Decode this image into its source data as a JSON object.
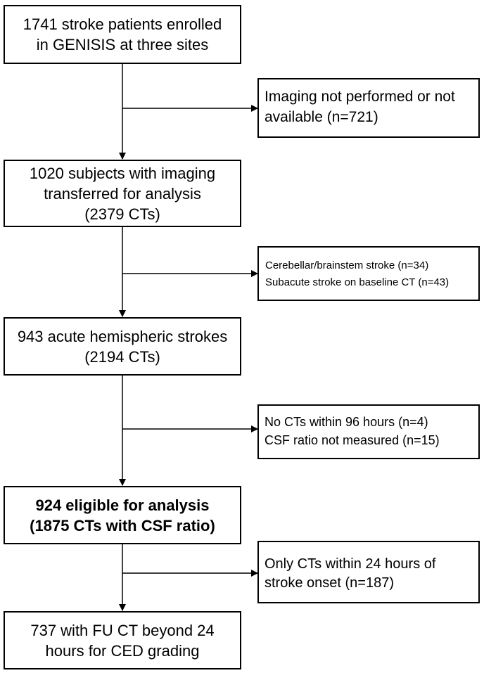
{
  "flow": {
    "step1": [
      "1741 stroke patients enrolled",
      "in GENISIS at three sites"
    ],
    "excl1": [
      "Imaging not performed or not",
      "available (n=721)"
    ],
    "step2": [
      "1020 subjects with imaging",
      "transferred for analysis",
      "(2379 CTs)"
    ],
    "excl2": [
      "Cerebellar/brainstem stroke (n=34)",
      "Subacute stroke on baseline CT (n=43)"
    ],
    "step3": [
      "943 acute hemispheric strokes",
      "(2194 CTs)"
    ],
    "excl3": [
      "No CTs within 96 hours (n=4)",
      "CSF ratio not measured (n=15)"
    ],
    "step4": [
      "924 eligible for analysis",
      "(1875 CTs with CSF ratio)"
    ],
    "excl4": [
      "Only CTs within 24 hours of",
      "stroke onset (n=187)"
    ],
    "step5": [
      "737 with FU CT beyond 24",
      "hours for CED grading"
    ]
  }
}
